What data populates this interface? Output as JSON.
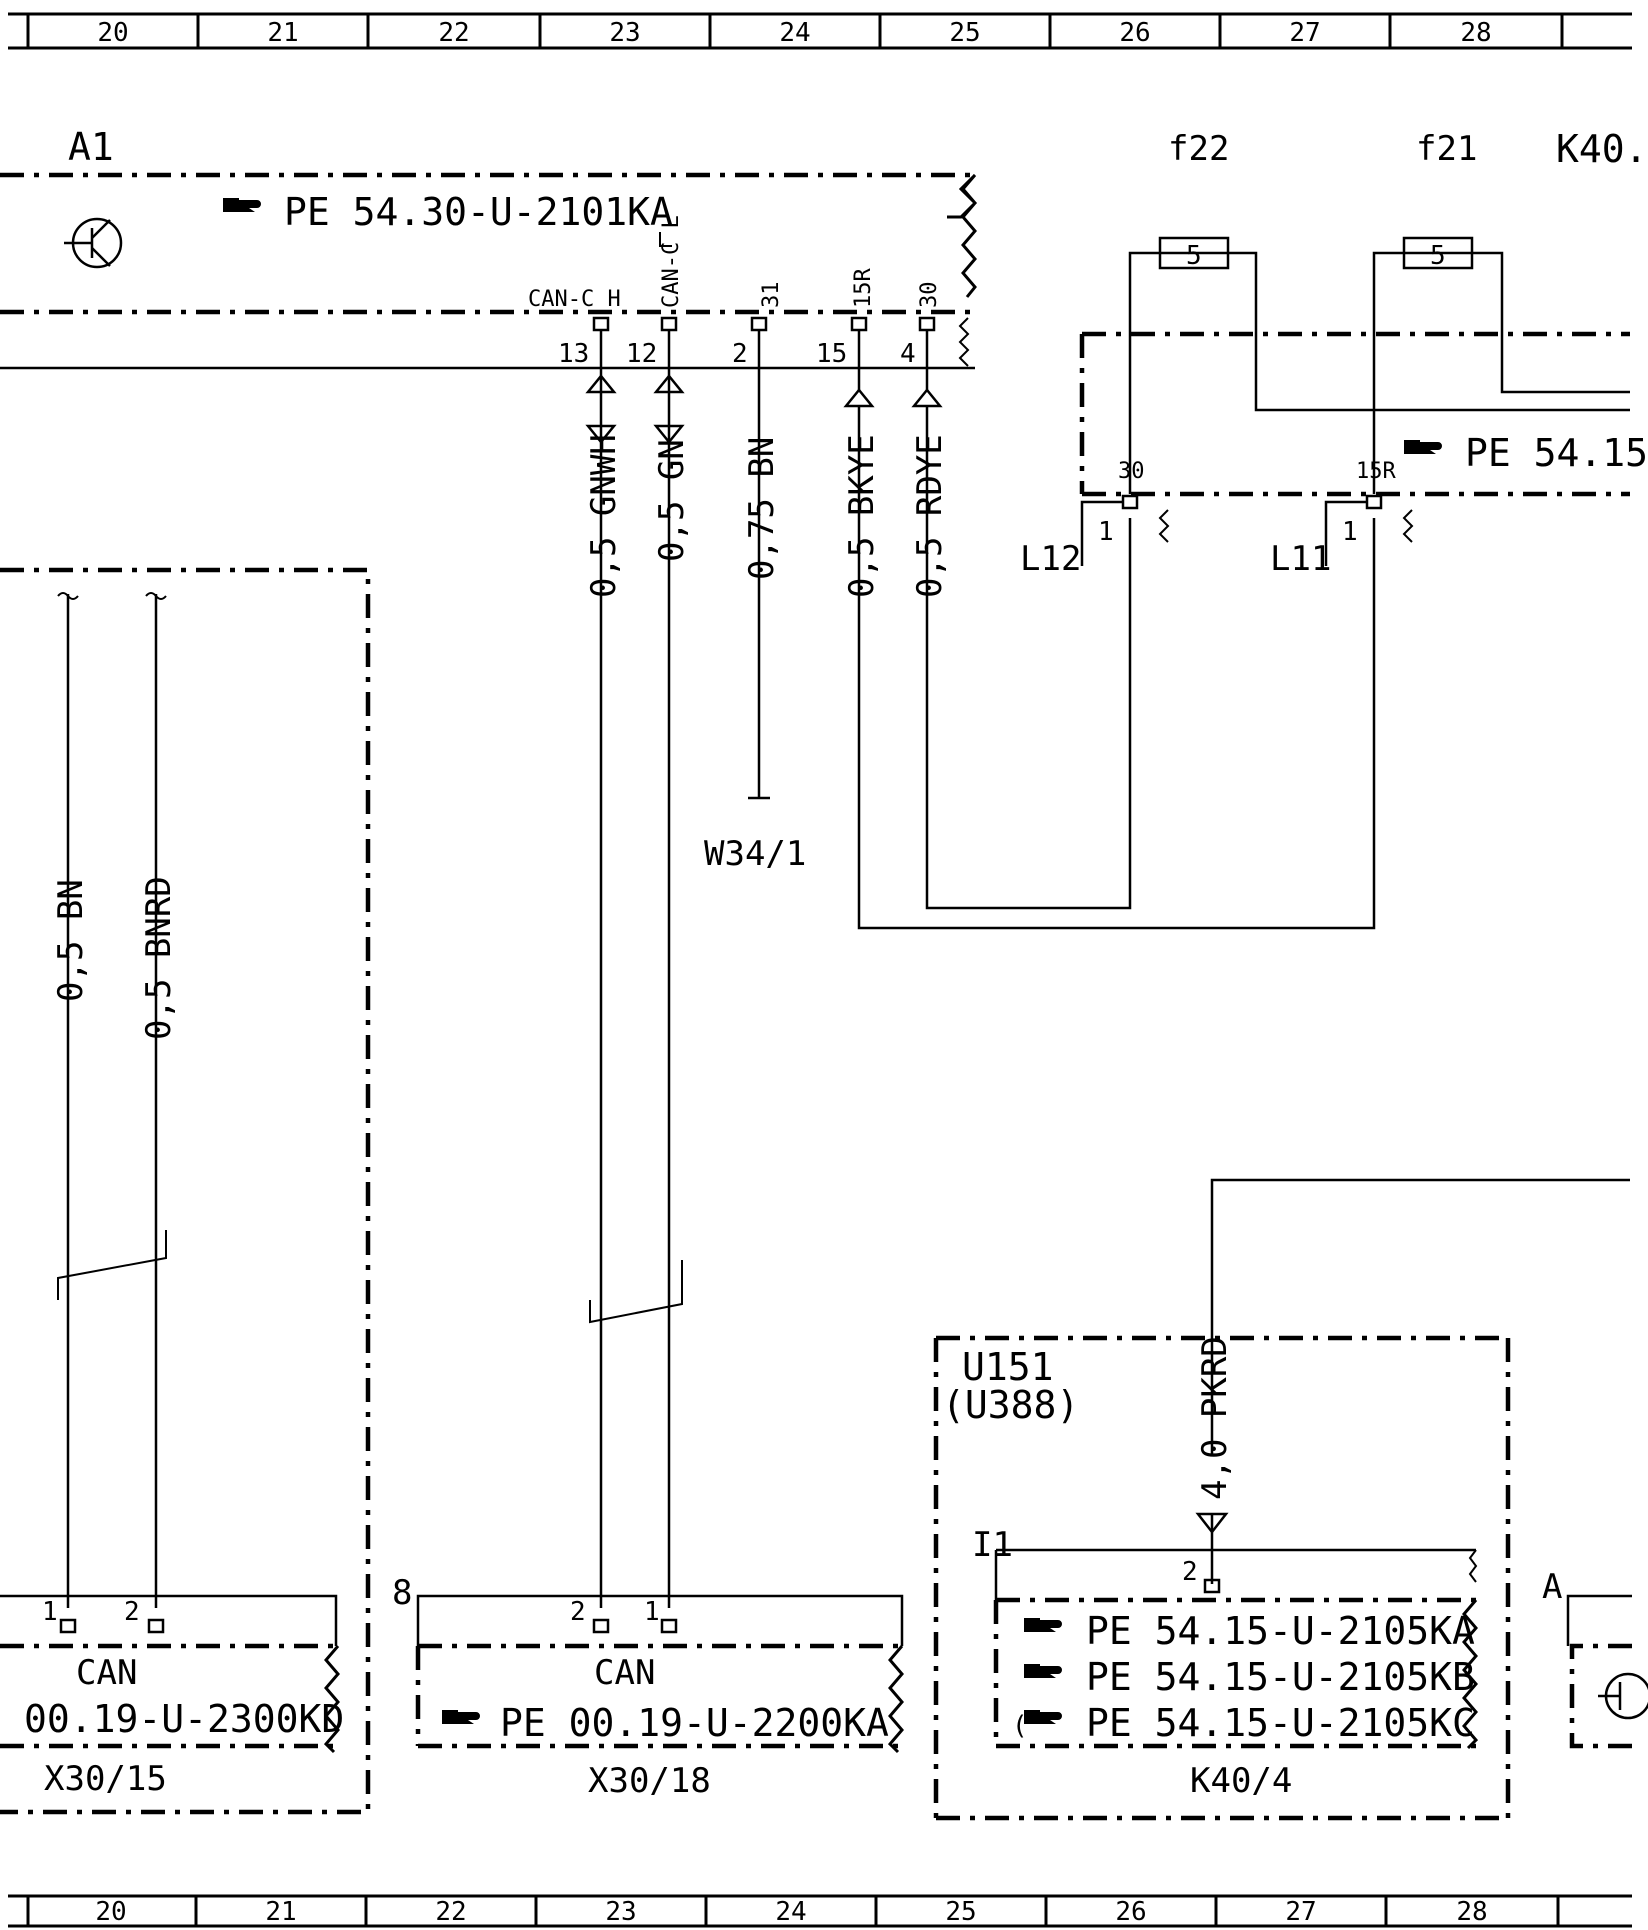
{
  "ruler_top": [
    "20",
    "21",
    "22",
    "23",
    "24",
    "25",
    "26",
    "27",
    "28"
  ],
  "ruler_bottom": [
    "20",
    "21",
    "22",
    "23",
    "24",
    "25",
    "26",
    "27",
    "28"
  ],
  "components": {
    "a1": {
      "label": "A1",
      "pe_ref": "PE 54.30-U-2101KA",
      "pins": [
        {
          "num": "13",
          "signal": "CAN-C H"
        },
        {
          "num": "12",
          "signal": "CAN-C L"
        },
        {
          "num": "2",
          "signal": "31"
        },
        {
          "num": "15",
          "signal": "15R"
        },
        {
          "num": "4",
          "signal": "30"
        }
      ]
    },
    "f22": {
      "label": "f22",
      "rating": "5",
      "pin": "30"
    },
    "f21": {
      "label": "f21",
      "rating": "5",
      "pin": "15R"
    },
    "k40_top": {
      "label": "K40.",
      "pe_ref": "PE 54.15"
    },
    "l12": {
      "label": "L12",
      "pin": "1"
    },
    "l11": {
      "label": "L11",
      "pin": "1"
    },
    "w34": {
      "label": "W34/1"
    },
    "u151": {
      "label": "U151",
      "sub": "(U388)"
    },
    "i1": {
      "label": "I1"
    },
    "k40_4": {
      "label": "K40/4",
      "pin": "2",
      "refs": [
        "PE 54.15-U-2105KA",
        "PE 54.15-U-2105KB",
        "PE 54.15-U-2105KC"
      ],
      "ref_prefix_3": "("
    },
    "x30_15": {
      "label": "X30/15",
      "title": "CAN",
      "ref": "00.19-U-2300KD",
      "pins": [
        "1",
        "2"
      ]
    },
    "x30_18": {
      "label": "X30/18",
      "title": "CAN",
      "pe_ref": "PE 00.19-U-2200KA",
      "pins": [
        "2",
        "1"
      ],
      "marker": "8"
    },
    "a_right": {
      "label": "A"
    }
  },
  "wires": {
    "gnwh": "0,5 GNWH",
    "gn": "0,5 GN",
    "bn075": "0,75 BN",
    "bkye": "0,5 BKYE",
    "rdye": "0,5 RDYE",
    "bn05": "0,5 BN",
    "bnrd": "0,5 BNRD",
    "pkrd": "4,0 PKRD"
  }
}
